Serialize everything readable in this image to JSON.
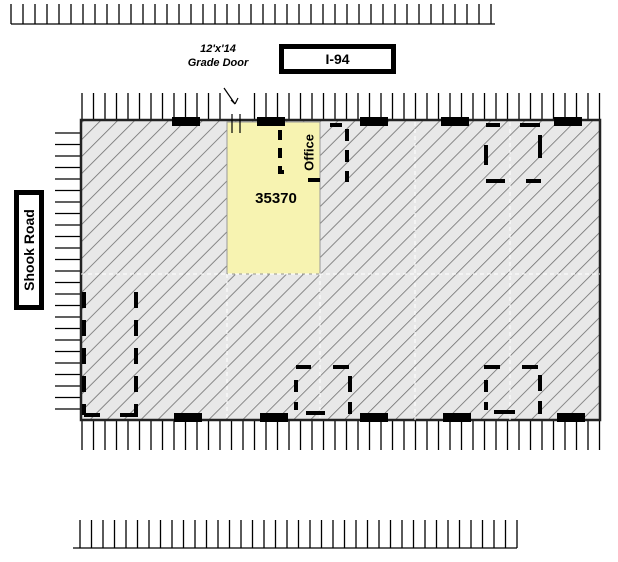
{
  "roads": {
    "north": "I-94",
    "west": "Shook Road"
  },
  "door_note": {
    "line1": "12'x'14",
    "line2": "Grade Door"
  },
  "suite": {
    "number": "35370",
    "office_label": "Office",
    "highlight_color": "#f7f3b1"
  },
  "colors": {
    "building_fill": "#e6e6e6",
    "hatch": "#6f6f6f",
    "outline": "#222222",
    "parking": "#000000"
  }
}
